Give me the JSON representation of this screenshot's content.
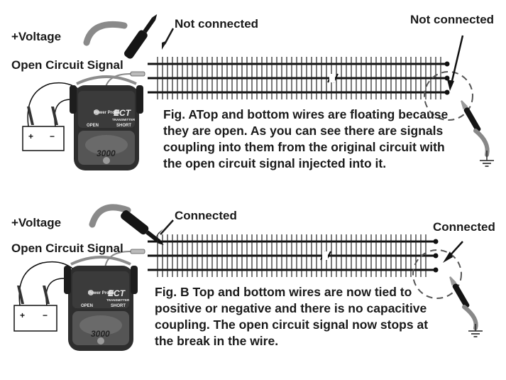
{
  "figure_a": {
    "label_voltage": "+Voltage",
    "label_signal": "Open Circuit Signal",
    "label_not_connected_left": "Not connected",
    "label_not_connected_right": "Not connected",
    "caption_lines": [
      "Fig. ATop and bottom wires are floating because",
      "they are open. As you can see there are signals",
      "coupling into them from the original circuit with",
      "the open circuit signal injected into it."
    ],
    "device": {
      "brand": "Power Probe",
      "model": "ECT",
      "sub": "TRANSMITTER",
      "mode_left": "OPEN",
      "mode_right": "SHORT",
      "number": "3000",
      "battery_plus": "+",
      "battery_minus": "−"
    }
  },
  "figure_b": {
    "label_voltage": "+Voltage",
    "label_signal": "Open Circuit Signal",
    "label_connected_left": "Connected",
    "label_connected_right": "Connected",
    "caption_lines": [
      "Fig. B  Top and bottom wires are now tied to",
      "positive or negative and there is no capacitive",
      "coupling. The open circuit signal now stops at",
      "the break in the wire."
    ],
    "device": {
      "brand": "Power Probe",
      "model": "ECT",
      "sub": "TRANSMITTER",
      "mode_left": "OPEN",
      "mode_right": "SHORT",
      "number": "3000",
      "battery_plus": "+",
      "battery_minus": "−"
    }
  },
  "colors": {
    "ink": "#1a1a1a",
    "device_body": "#3a3a3a",
    "device_face": "#2b2b2b",
    "lead_gray": "#8a8a8a",
    "dashed_circle": "#666666"
  }
}
